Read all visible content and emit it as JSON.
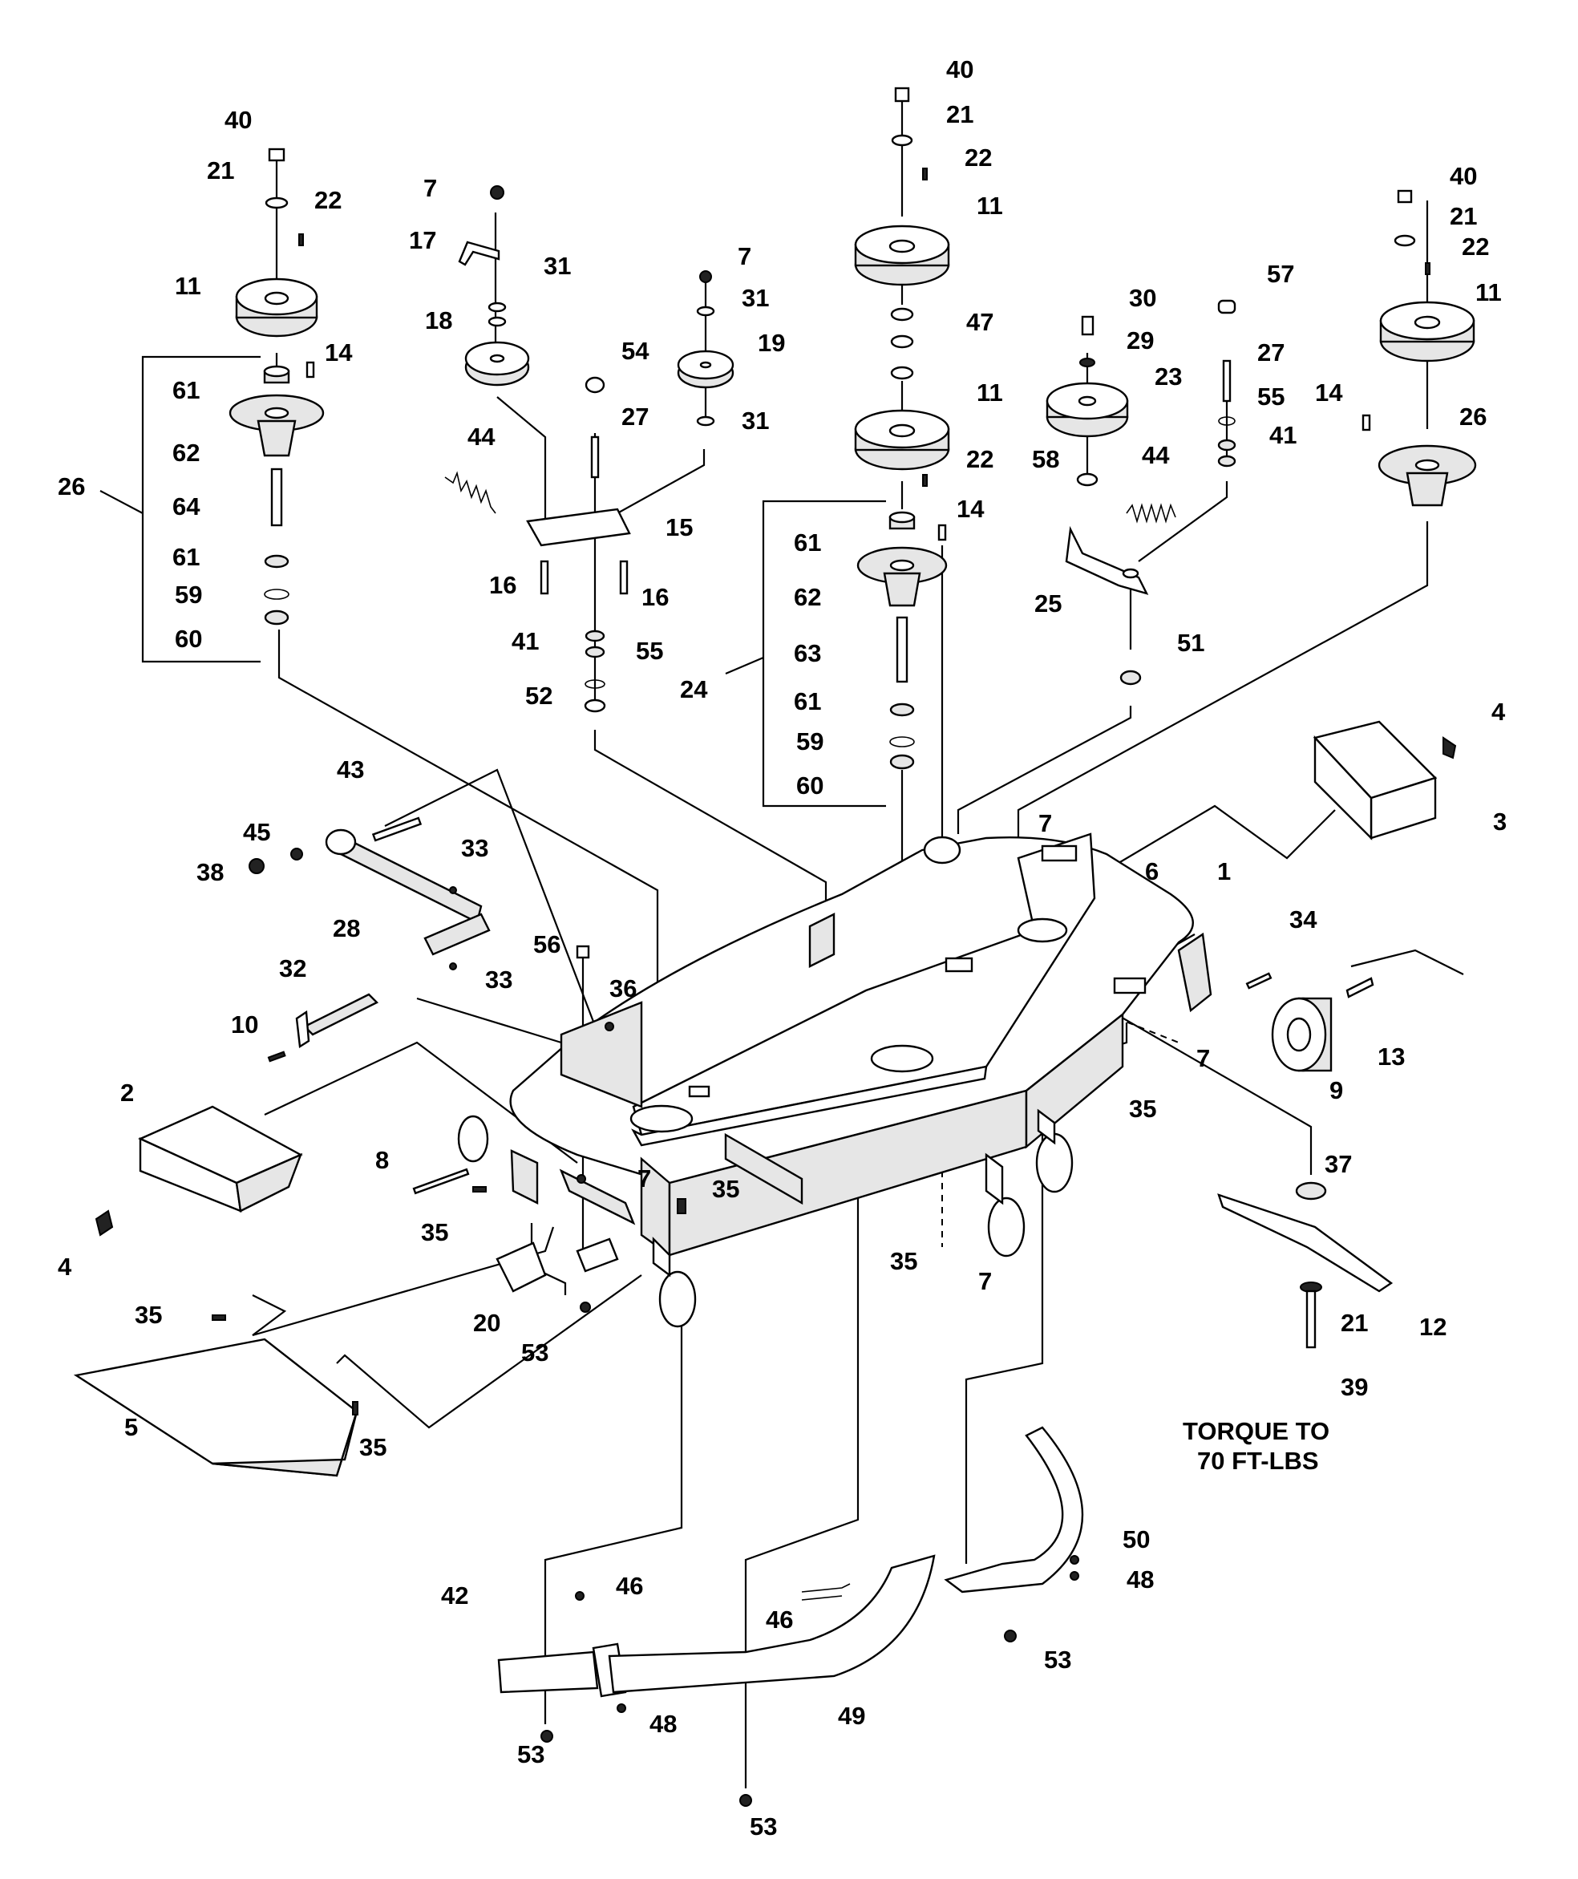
{
  "diagram": {
    "torque_note": [
      "TORQUE TO",
      "70 FT-LBS"
    ],
    "callouts": {
      "c40a": "40",
      "c21a": "21",
      "c22a": "22",
      "c11a": "11",
      "c14a": "14",
      "c61a": "61",
      "c62a": "62",
      "c26a": "26",
      "c64": "64",
      "c61b": "61",
      "c59a": "59",
      "c60a": "60",
      "c7a": "7",
      "c17": "17",
      "c31a": "31",
      "c18": "18",
      "c44a": "44",
      "c16a": "16",
      "c54": "54",
      "c27a": "27",
      "c15": "15",
      "c16b": "16",
      "c41a": "41",
      "c55a": "55",
      "c52": "52",
      "c7b": "7",
      "c31b": "31",
      "c19": "19",
      "c31c": "31",
      "c40b": "40",
      "c21b": "21",
      "c22b": "22",
      "c11b": "11",
      "c47": "47",
      "c11c": "11",
      "c22c": "22",
      "c14b": "14",
      "c61c": "61",
      "c62b": "62",
      "c24": "24",
      "c63": "63",
      "c61d": "61",
      "c59b": "59",
      "c60b": "60",
      "c30": "30",
      "c29": "29",
      "c23": "23",
      "c58": "58",
      "c44b": "44",
      "c25": "25",
      "c51": "51",
      "c57": "57",
      "c27b": "27",
      "c55b": "55",
      "c41b": "41",
      "c40c": "40",
      "c21c": "21",
      "c22d": "22",
      "c11d": "11",
      "c14c": "14",
      "c26b": "26",
      "c4a": "4",
      "c3": "3",
      "c6": "6",
      "c1": "1",
      "c7c": "7",
      "c34": "34",
      "c13": "13",
      "c9": "9",
      "c7d": "7",
      "c35a": "35",
      "c37": "37",
      "c12": "12",
      "c21d": "21",
      "c39": "39",
      "c43": "43",
      "c45": "45",
      "c38": "38",
      "c28": "28",
      "c33a": "33",
      "c33b": "33",
      "c56": "56",
      "c36": "36",
      "c32": "32",
      "c10": "10",
      "c2": "2",
      "c8": "8",
      "c35b": "35",
      "c7e": "7",
      "c35c": "35",
      "c35d": "35",
      "c4b": "4",
      "c20": "20",
      "c53a": "53",
      "c7f": "7",
      "c35e": "35",
      "c5": "5",
      "c35f": "35",
      "c50": "50",
      "c48a": "48",
      "c53b": "53",
      "c42": "42",
      "c46a": "46",
      "c46b": "46",
      "c49": "49",
      "c48b": "48",
      "c53c": "53",
      "c53d": "53"
    }
  }
}
